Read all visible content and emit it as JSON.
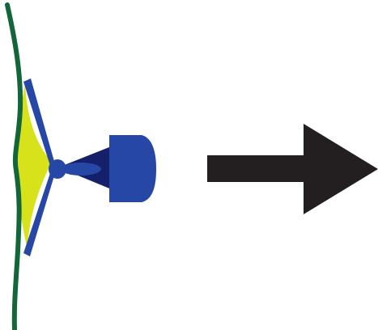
{
  "diagram": {
    "description_text": "",
    "colors": {
      "background": "#ffffff",
      "boundary_line": "#12663a",
      "yellow_fill": "#d8e21a",
      "blue_outline": "#2747a6",
      "dark_navy": "#14216a",
      "arrow": "#231f20"
    },
    "elements": [
      {
        "name": "curved-boundary-line",
        "kind": "line"
      },
      {
        "name": "yellow-deformation-zone",
        "kind": "region"
      },
      {
        "name": "blue-connector-arms",
        "kind": "shape"
      },
      {
        "name": "blue-joint-knob",
        "kind": "shape"
      },
      {
        "name": "dark-cone-beam",
        "kind": "shape"
      },
      {
        "name": "blue-rounded-block",
        "kind": "shape"
      },
      {
        "name": "right-arrow",
        "kind": "arrow",
        "direction": "right"
      }
    ]
  }
}
